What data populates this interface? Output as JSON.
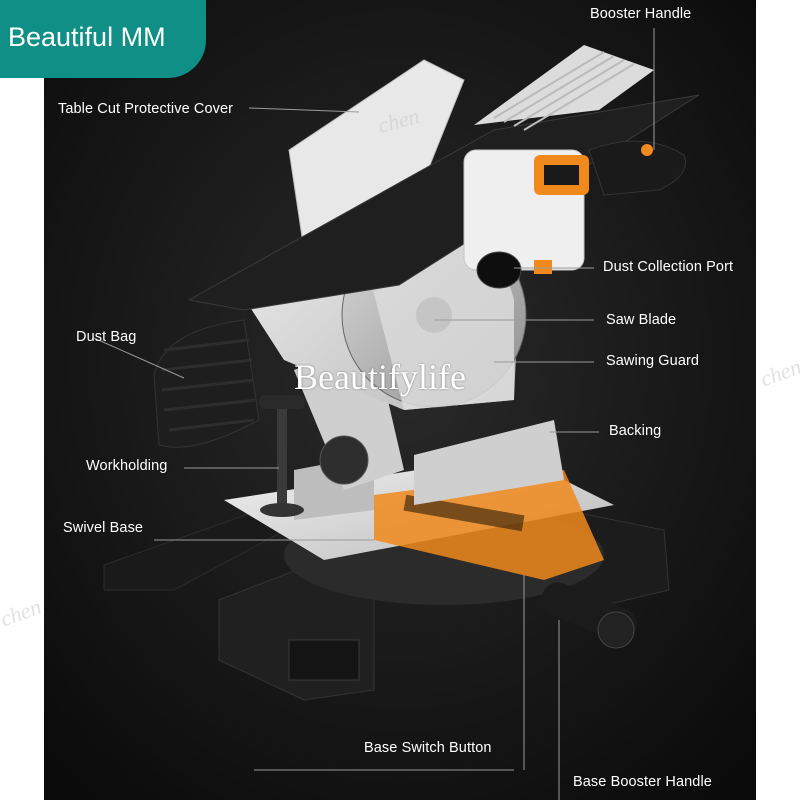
{
  "shop_badge": {
    "text": "Beautiful MM",
    "color": "#0f8f86"
  },
  "center_watermark": "Beautifylife",
  "side_watermarks": {
    "left": "chen",
    "right": "chen",
    "top": "chen"
  },
  "callouts": {
    "booster_handle": "Booster Handle",
    "table_cut_protective_cover": "Table Cut Protective Cover",
    "dust_collection_port": "Dust Collection Port",
    "dust_bag": "Dust Bag",
    "saw_blade": "Saw Blade",
    "sawing_guard": "Sawing Guard",
    "backing": "Backing",
    "workholding": "Workholding",
    "swivel_base": "Swivel Base",
    "base_switch_button": "Base Switch Button",
    "base_booster_handle": "Base Booster Handle"
  },
  "colors": {
    "background": "#111111",
    "accent_orange": "#f08a1c",
    "machine_white": "#e6e6e6",
    "badge_teal": "#0f8f86"
  }
}
